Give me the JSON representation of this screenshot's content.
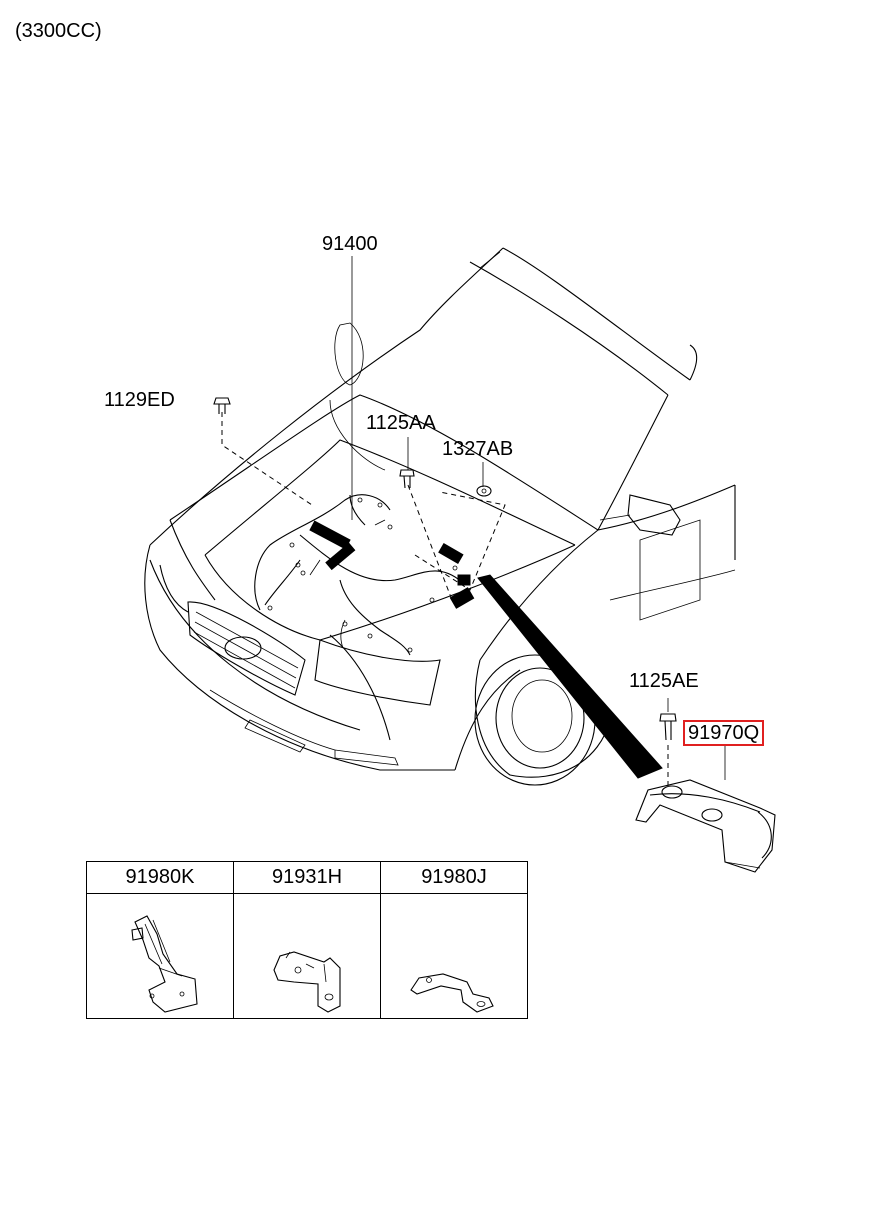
{
  "engine_note": "(3300CC)",
  "callouts": {
    "c91400": "91400",
    "c1129ED": "1129ED",
    "c1125AA": "1125AA",
    "c1327AB": "1327AB",
    "c1125AE": "1125AE",
    "c91970Q": "91970Q"
  },
  "highlight_color": "#e02020",
  "parts_table": {
    "headers": [
      "91980K",
      "91931H",
      "91980J"
    ]
  }
}
